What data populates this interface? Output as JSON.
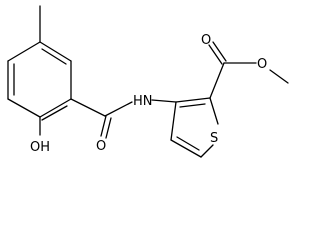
{
  "molecule": {
    "atoms": {
      "ester_o_double": "O",
      "ester_o_single": "O",
      "sulfur": "S",
      "amide_nh": "HN",
      "amide_o": "O",
      "hydroxyl": "OH"
    }
  }
}
